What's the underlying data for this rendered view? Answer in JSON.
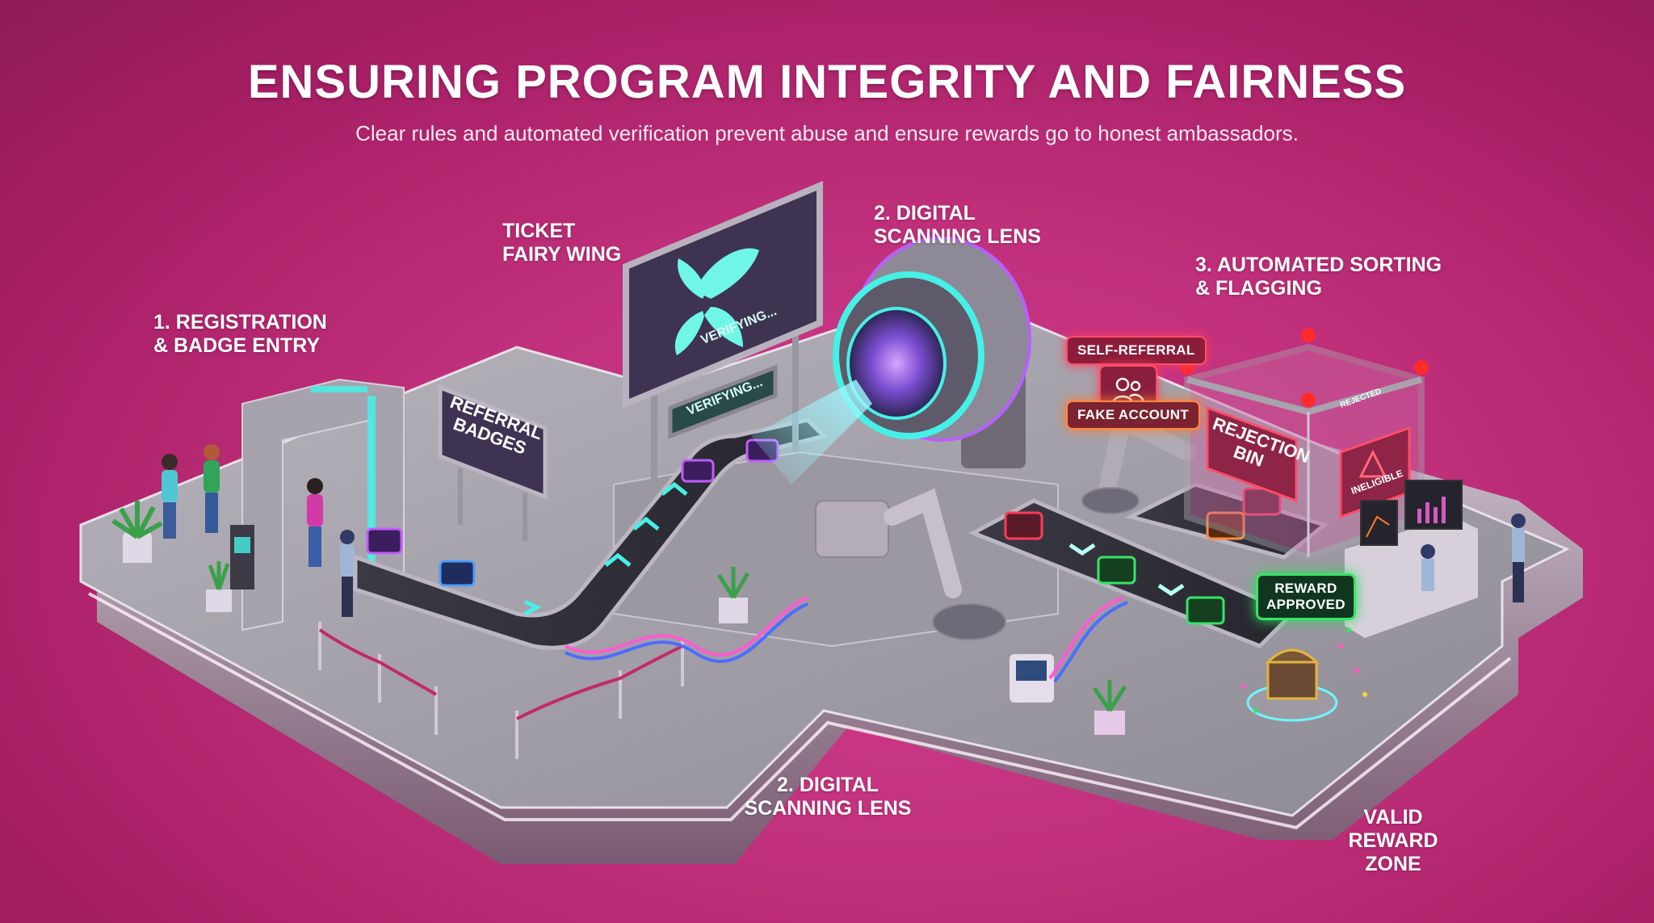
{
  "header": {
    "title": "ENSURING PROGRAM INTEGRITY AND FAIRNESS",
    "subtitle": "Clear rules and automated verification prevent abuse and ensure rewards go to honest ambassadors."
  },
  "callouts": {
    "registration": "1. REGISTRATION\n& BADGE ENTRY",
    "ticket_fairy_wing": "TICKET\nFAIRY WING",
    "scanning_lens_top": "2. DIGITAL\nSCANNING LENS",
    "sorting_flagging": "3. AUTOMATED SORTING\n& FLAGGING",
    "scanning_lens_bottom": "2. DIGITAL\nSCANNING LENS",
    "valid_reward_zone": "VALID\nREWARD\nZONE"
  },
  "signage": {
    "referral_badges": "REFERRAL\nBADGES",
    "verifying_screen": "VERIFYING...",
    "verifying_small": "VERIFYING...",
    "rejection_bin": "REJECTION\nBIN",
    "ineligible": "INELIGIBLE",
    "rejected": "REJECTED"
  },
  "flags": {
    "self_referral": "SELF-REFERRAL",
    "fake_account": "FAKE ACCOUNT",
    "reward_approved": "REWARD\nAPPROVED"
  },
  "icons": {
    "fairy_wing_logo": "four-petal-wing-icon",
    "user_group": "users-icon",
    "warning": "warning-triangle-icon",
    "treasure_chest": "treasure-chest-icon",
    "conveyor_arrow": "chevron-icon"
  },
  "colors": {
    "background": "#c1307c",
    "background_dark": "#8e1a56",
    "platform": "#a9a4ad",
    "neon_cyan": "#46f0e6",
    "neon_purple": "#b45cff",
    "neon_red": "#ff3b5c",
    "neon_orange": "#ff8a3d",
    "neon_green": "#37e46a",
    "text": "#ffffff"
  }
}
